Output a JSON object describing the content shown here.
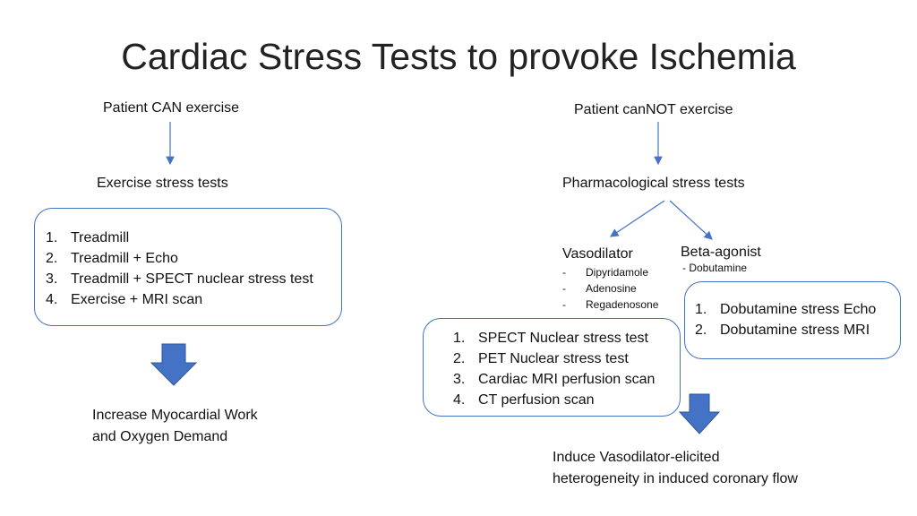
{
  "title": "Cardiac Stress Tests to provoke Ischemia",
  "left": {
    "condition": "Patient CAN exercise",
    "test_type": "Exercise stress tests",
    "items": [
      {
        "num": "1.",
        "text": "Treadmill"
      },
      {
        "num": "2.",
        "text": "Treadmill  +  Echo"
      },
      {
        "num": "3.",
        "text": "Treadmill  +  SPECT nuclear stress test"
      },
      {
        "num": "4.",
        "text": "Exercise    +   MRI scan"
      }
    ],
    "outcome_line1": "Increase Myocardial Work",
    "outcome_line2": "and Oxygen Demand"
  },
  "right": {
    "condition": "Patient canNOT exercise",
    "test_type": "Pharmacological stress tests",
    "vasodilator": {
      "label": "Vasodilator",
      "drugs": [
        {
          "dash": "-",
          "text": "Dipyridamole"
        },
        {
          "dash": "-",
          "text": "Adenosine"
        },
        {
          "dash": "-",
          "text": "Regadenosone"
        }
      ],
      "items": [
        {
          "num": "1.",
          "text": "SPECT Nuclear stress test"
        },
        {
          "num": "2.",
          "text": "PET Nuclear stress test"
        },
        {
          "num": "3.",
          "text": "Cardiac MRI perfusion scan"
        },
        {
          "num": "4.",
          "text": "CT perfusion scan"
        }
      ],
      "outcome_line1": "Induce Vasodilator-elicited",
      "outcome_line2": "heterogeneity in induced coronary flow"
    },
    "beta": {
      "label": "Beta-agonist",
      "drug": "- Dobutamine",
      "items": [
        {
          "num": "1.",
          "text": "Dobutamine stress Echo"
        },
        {
          "num": "2.",
          "text": "Dobutamine stress MRI"
        }
      ]
    }
  },
  "colors": {
    "arrow": "#4472c4",
    "box_border": "#4472c4",
    "text": "#111111"
  }
}
